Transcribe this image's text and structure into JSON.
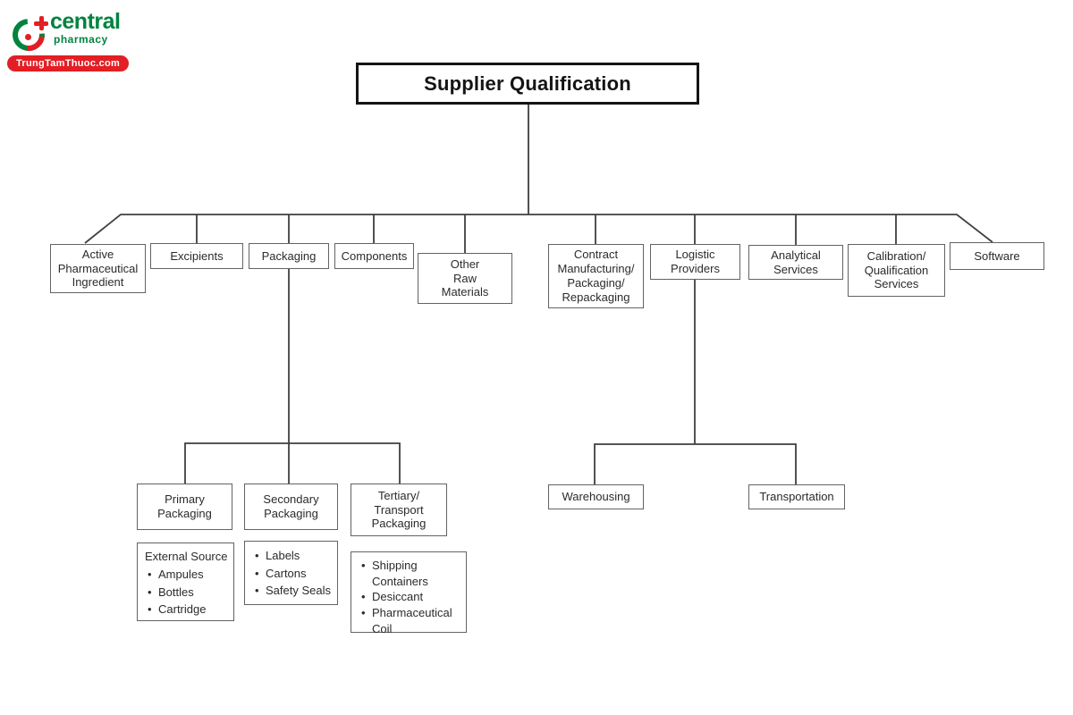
{
  "logo": {
    "brand": "central",
    "tagline": "pharmacy",
    "banner": "TrungTamThuoc.com",
    "brand_color": "#00833E",
    "accent_color": "#E31E24"
  },
  "diagram": {
    "title": "Supplier Qualification",
    "top_nodes": [
      "Active\nPharmaceutical\nIngredient",
      "Excipients",
      "Packaging",
      "Components",
      "Other\nRaw\nMaterials",
      "Contract\nManufacturing/\nPackaging/\nRepackaging",
      "Logistic\nProviders",
      "Analytical\nServices",
      "Calibration/\nQualification\nServices",
      "Software"
    ],
    "packaging_children": [
      "Primary\nPackaging",
      "Secondary\nPackaging",
      "Tertiary/\nTransport\nPackaging"
    ],
    "primary_packaging_detail": {
      "header": "External Source",
      "items": [
        "Ampules",
        "Bottles",
        "Cartridge"
      ]
    },
    "secondary_packaging_detail": {
      "items": [
        "Labels",
        "Cartons",
        "Safety Seals"
      ]
    },
    "tertiary_packaging_detail": {
      "items": [
        "Shipping Containers",
        "Desiccant",
        "Pharmaceutical Coil"
      ]
    },
    "logistic_children": [
      "Warehousing",
      "Transportation"
    ]
  }
}
